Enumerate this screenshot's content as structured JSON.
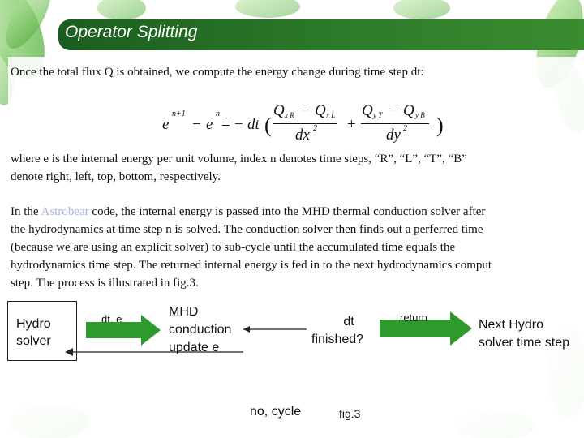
{
  "title": "Operator Splitting",
  "intro": "Once the total flux Q is obtained, we compute the energy change during time step dt:",
  "equation": {
    "lhs1": "e",
    "sup1": "n+1",
    "minus": "−",
    "lhs2": "e",
    "sup2": "n",
    "eq": "=",
    "neg": "−",
    "dt": "dt",
    "num1_a": "Q",
    "num1_a_sub": "x R",
    "num1_b": "Q",
    "num1_b_sub": "x L",
    "den1": "dx",
    "den1_sup": "2",
    "num2_a": "Q",
    "num2_a_sub": "y T",
    "num2_b": "Q",
    "num2_b_sub": "y B",
    "den2": "dy",
    "den2_sup": "2"
  },
  "where_line1": "where e is the internal energy per unit volume, index n denotes time steps, “R”, “L”, “T”, “B”",
  "where_line2": "denote right, left, top, bottom, respectively.",
  "para2": {
    "line1_pre": "In the ",
    "line1_link": "Astrobear",
    "line1_post": " code, the internal energy is passed into the MHD thermal conduction solver after",
    "line2": "the hydrodynamics at time step n is solved. The conduction solver then finds out a perferred time",
    "line3": "(because we are using an explicit solver) to sub-cycle until the accumulated time equals the",
    "line4": "hydrodynamics time step. The returned internal energy is fed in to the next hydrodynamics comput",
    "line5": "step. The process is illustrated in fig.3."
  },
  "diagram": {
    "hydro_solver": [
      "Hydro",
      "solver"
    ],
    "dt_e_label": "dt, e",
    "mhd_box": [
      "MHD",
      "conduction",
      "update e"
    ],
    "dt_finished": [
      "dt",
      "finished?"
    ],
    "return_label": "return",
    "next_hydro": [
      "Next Hydro",
      "solver time step"
    ],
    "no_cycle": "no, cycle",
    "fig_label": "fig.3"
  },
  "colors": {
    "title_bar": "#2f7d2b",
    "arrow_green": "#2e9a2e",
    "leaf_green": "#6cc24a",
    "link": "#a9b4e6"
  }
}
